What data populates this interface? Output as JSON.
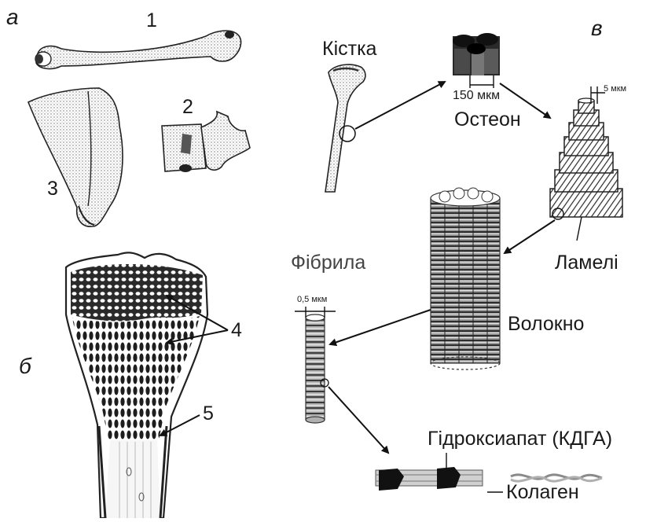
{
  "panels": {
    "a": "а",
    "b": "б",
    "v": "в"
  },
  "numbers": {
    "n1": "1",
    "n2": "2",
    "n3": "3",
    "n4": "4",
    "n5": "5"
  },
  "labels": {
    "bone": "Кістка",
    "osteon": "Остеон",
    "lamellae": "Ламелі",
    "fibril": "Фібрила",
    "fiber": "Волокно",
    "hydroxyapatite": "Гідроксиапат (КДГА)",
    "collagen": "Колаген"
  },
  "scales": {
    "osteon": "150 мкм",
    "lamellae": "5 мкм",
    "fibril": "0,5 мкм"
  }
}
